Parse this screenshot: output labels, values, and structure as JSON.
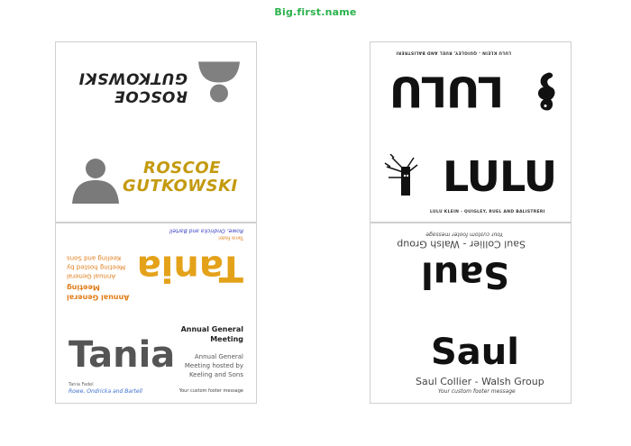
{
  "app": {
    "brand": "Big.first.name"
  },
  "cards": [
    {
      "id": "roscoe",
      "first_name": "Roscoe",
      "last_name": "Gutkowski",
      "accent_color": "#c49a0f",
      "icon": "person-silhouette-icon"
    },
    {
      "id": "lulu",
      "name": "LULU",
      "subtitle": "LULU KLEIN - QUIGLEY, RUEL AND BALISTRERI",
      "icons": [
        "seahorse-icon",
        "haunted-tree-icon"
      ]
    },
    {
      "id": "tania",
      "name": "Tania",
      "full_name": "Tania Fadel",
      "company": "Rowe, Ondricka and Bartell",
      "event_title": "Annual General Meeting",
      "event_desc": "Annual General Meeting hosted by Keeling and Sons",
      "footer": "Your custom footer message",
      "name_color": "#555555",
      "flipped_color": "#e4a21a"
    },
    {
      "id": "saul",
      "name": "Saul",
      "company_line": "Saul Collier - Walsh Group",
      "footer": "Your custom footer message"
    }
  ]
}
